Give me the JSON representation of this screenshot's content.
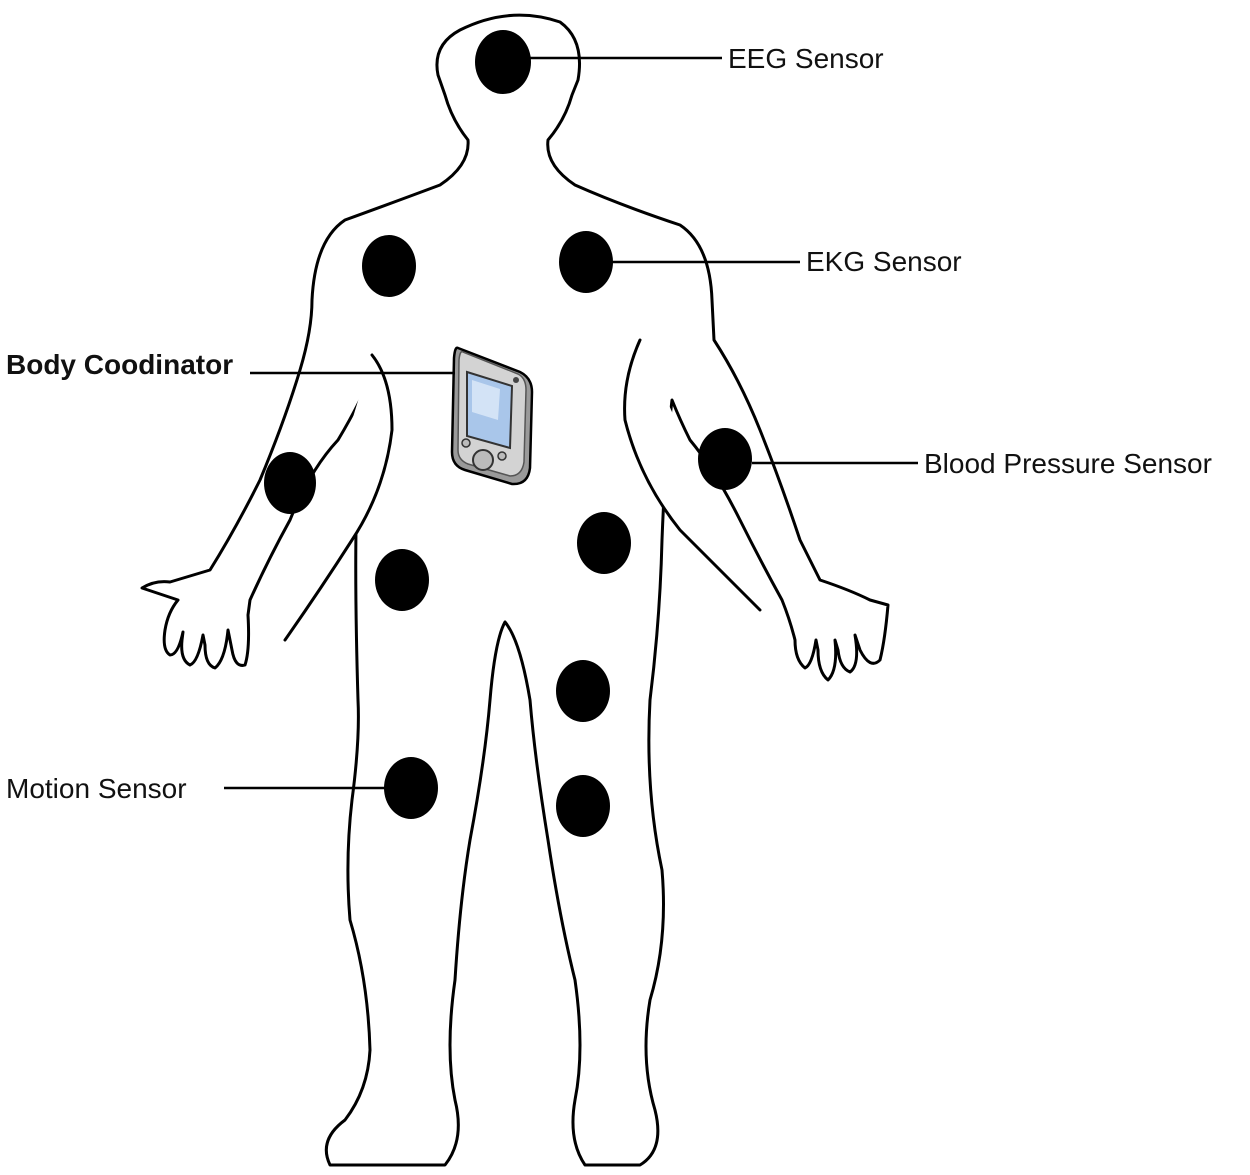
{
  "labels": {
    "eeg": "EEG Sensor",
    "ekg": "EKG Sensor",
    "coordinator": "Body Coodinator",
    "blood_pressure": "Blood Pressure Sensor",
    "motion": "Motion Sensor"
  },
  "colors": {
    "outline": "#000000",
    "sensor_dot": "#000000",
    "device_body": "#c8c8c8",
    "device_screen": "#a9c6ea"
  },
  "icons": {
    "device": "pda-device-icon",
    "sensor": "sensor-dot-icon"
  }
}
